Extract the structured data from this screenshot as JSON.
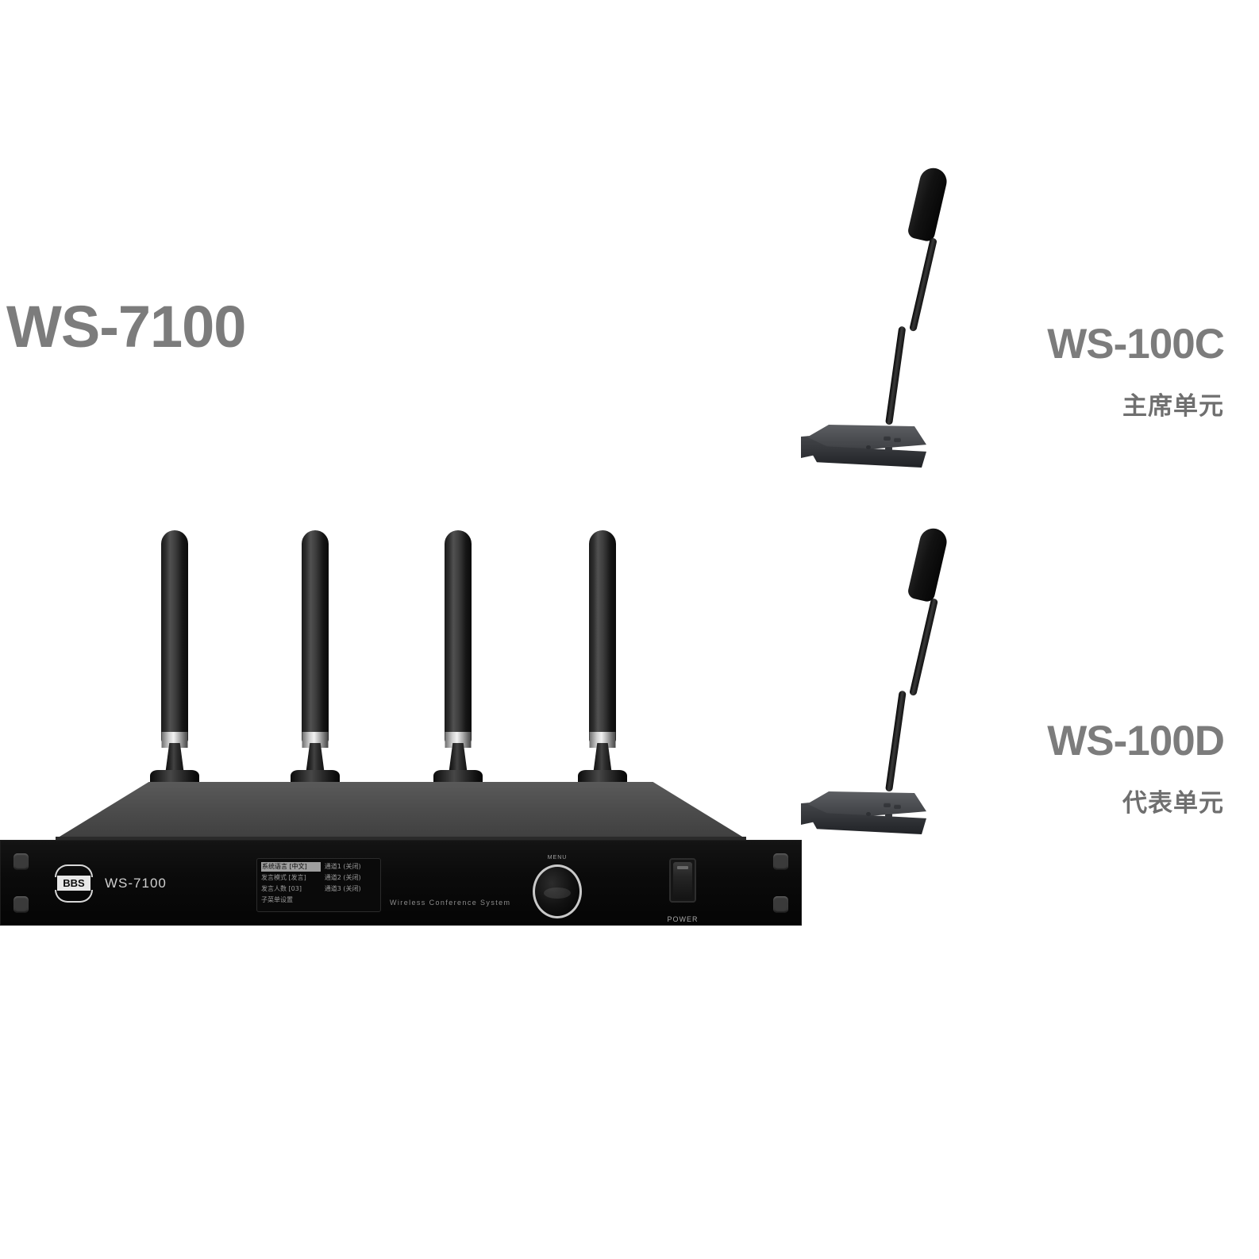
{
  "labels": {
    "main_model": "WS-7100",
    "chairman_model": "WS-100C",
    "chairman_sub": "主席单元",
    "delegate_model": "WS-100D",
    "delegate_sub": "代表单元"
  },
  "rack": {
    "brand": "BBS",
    "front_model": "WS-7100",
    "system_text": "Wireless Conference System",
    "knob_label": "MENU",
    "power_label": "POWER",
    "lcd": {
      "left_column": [
        "系统语言 [中文]",
        "发言模式 [发言]",
        "发言人数 [03]",
        "子菜单设置"
      ],
      "right_column": [
        "通道1 (关闭)",
        "通道2 (关闭)",
        "通道3 (关闭)"
      ]
    }
  },
  "colors": {
    "label_gray": "#7c7c7c",
    "sub_gray": "#6f6f6f",
    "chassis_black": "#0b0b0b",
    "chassis_top_gray": "#4d4d4d",
    "mic_body_gray": "#4a4c50",
    "background": "#ffffff"
  }
}
